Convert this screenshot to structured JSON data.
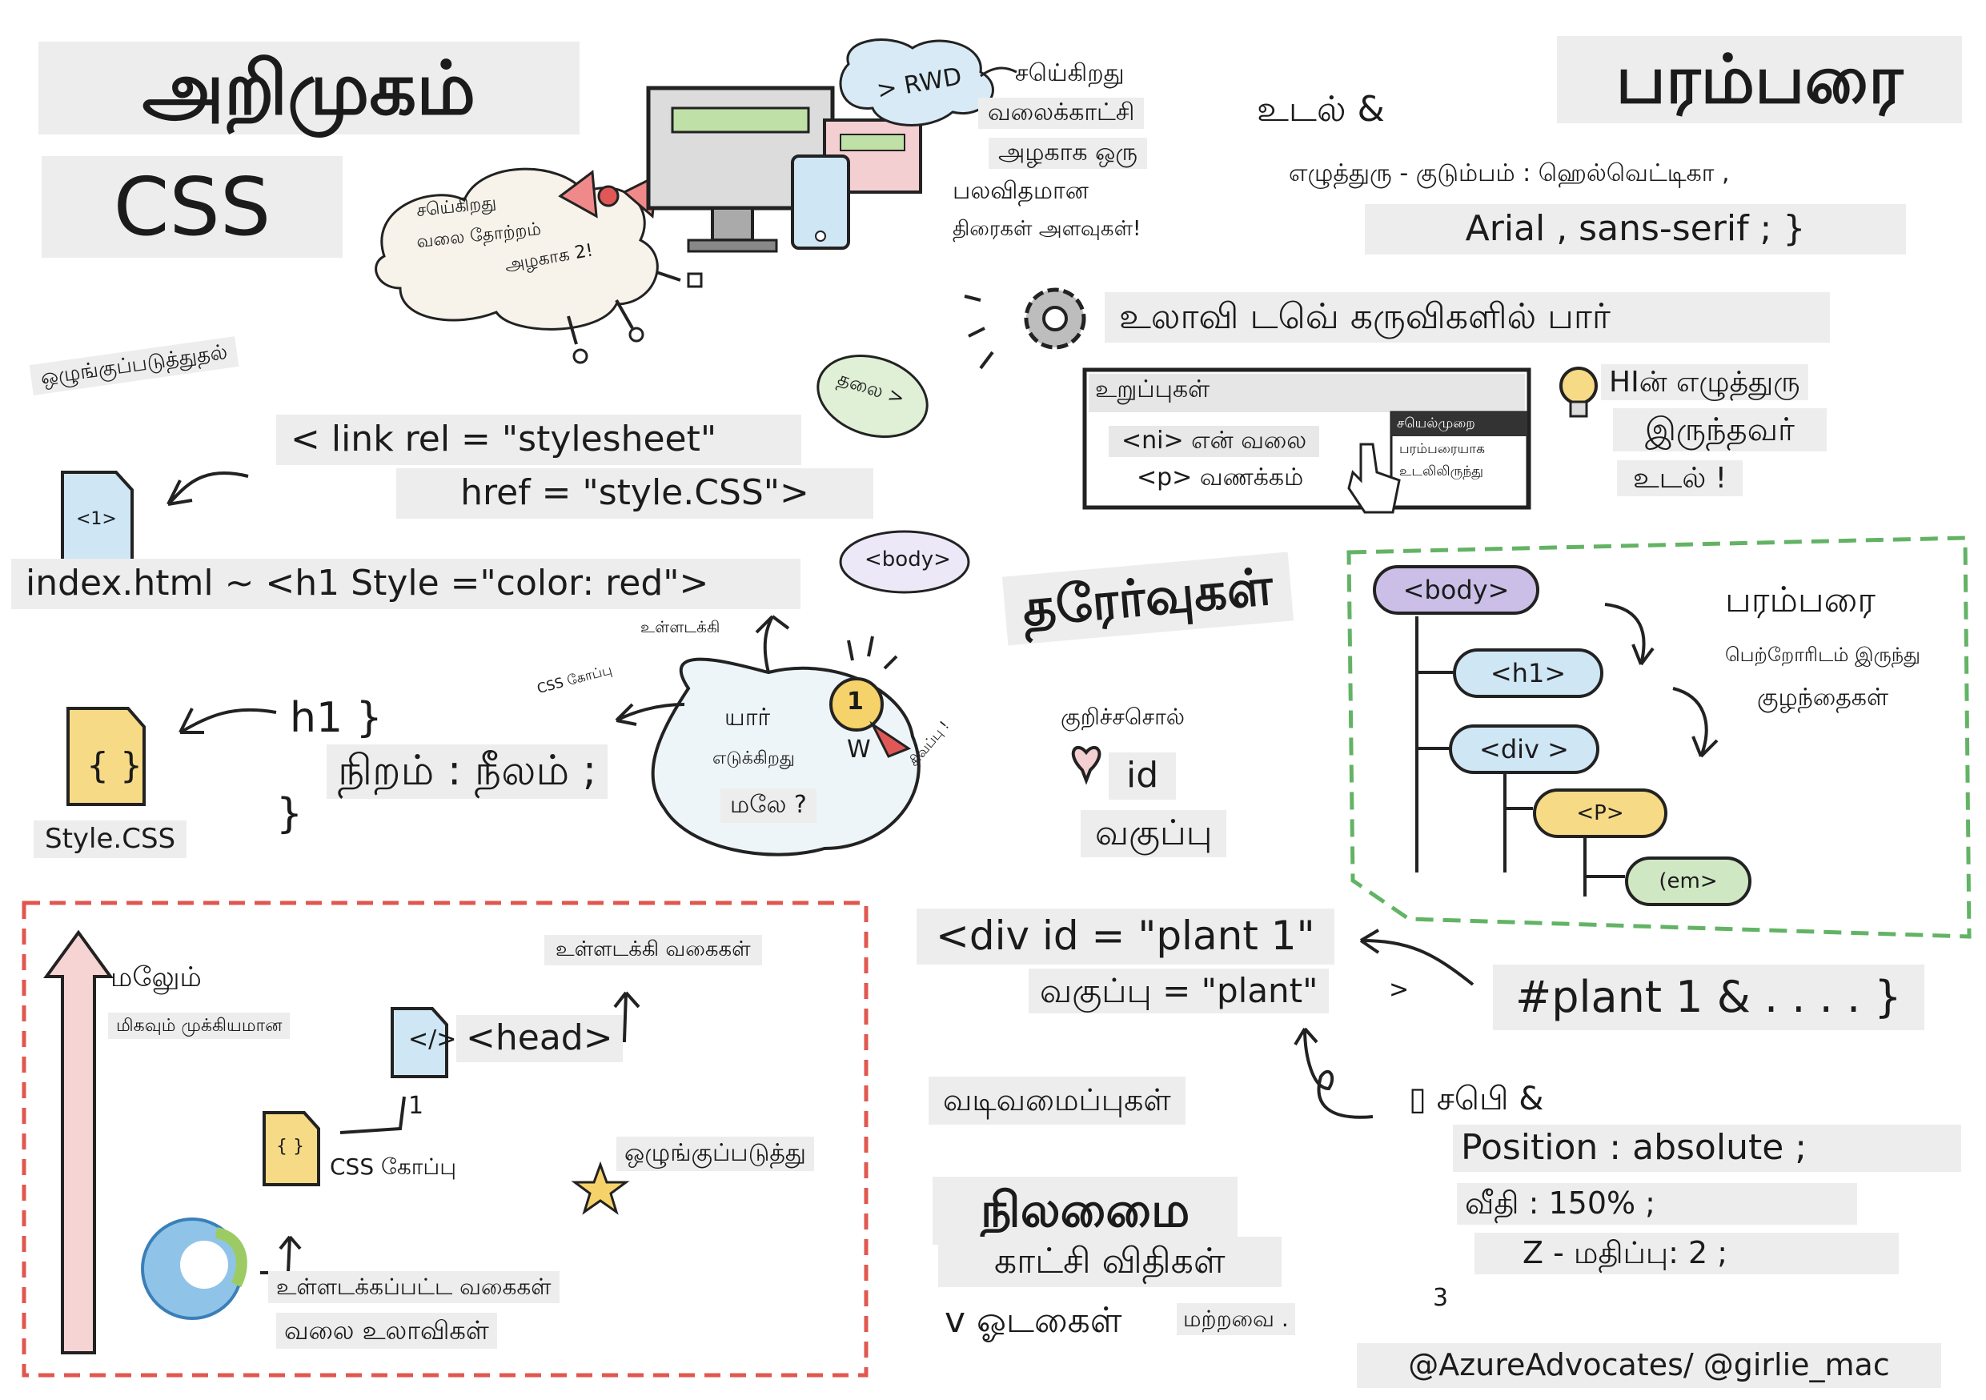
{
  "intro": {
    "title_ta": "அறிமுகம்",
    "title_css": "CSS",
    "cloud": [
      "சயெ்கிறது",
      "வலை தோற்றம்",
      "அழகாக 2!"
    ],
    "rwd_tag": "> RWD",
    "rwd_notes": [
      "சயெ்கிறது",
      "வலைக்காட்சி",
      "அழகாக ஒரு",
      "பலவிதமான",
      "திரைகள் அளவுகள்!"
    ]
  },
  "linking": {
    "label": "ஒழுங்குப்படுத்துதல்",
    "head_bubble": "தலை >",
    "link_line1": "< link rel = \"stylesheet\"",
    "link_line2": "href = \"style.CSS\">",
    "file_tag": "<1>",
    "inline_line": "index.html ~ <h1 Style =\"color: red\">",
    "body_bubble": "<body>",
    "inline_note": "உள்ளடக்கி",
    "css_scope": "CSS கோப்பு",
    "rule_h1": "h1 }",
    "rule_decl": "நிறம் : நீலம் ;",
    "rule_close": "}",
    "file_braces": "{ }",
    "file_name": "Style.CSS",
    "who_wins": [
      "யார்",
      "எடுக்கிறது",
      "மலே ?"
    ],
    "medal": "1",
    "medal_w": "W",
    "medal_note": "சிவப்பு !"
  },
  "inherit": {
    "title": "பரம்பரை",
    "body_line": "உடல் &",
    "font_line": "எழுத்துரு - குடும்பம் : ஹெல்வெட்டிகா ,",
    "font_line2": "Arial , sans-serif ; }",
    "devtools": "உலாவி டவெ் கருவிகளில் பார்",
    "panel_header": "உறுப்புகள்",
    "panel_row1": "<ni> என் வலை",
    "panel_row2": "<p> வணக்கம்",
    "panel_side_head": "சயெல்முறை",
    "panel_side1": "பரம்பரையாக",
    "panel_side2": "உடலிலிருந்து",
    "bulb_note": [
      "HIன் எழுத்துரு",
      "இருந்தவர்",
      "உடல் !"
    ]
  },
  "selectors": {
    "title": "தரேர்வுகள்",
    "keyword": "குறிச்சசொல்",
    "id": "id",
    "class": "வகுப்பு"
  },
  "tree": {
    "nodes": [
      "<body>",
      "<h1>",
      "<div >",
      "<P>",
      "(em>"
    ],
    "heading": "பரம்பரை",
    "from_parents": "பெற்றோரிடம் இருந்து",
    "children": "குழந்தைகள்"
  },
  "cascade": {
    "label_top": "மலேும்",
    "label_important": "மிகவும் முக்கியமான",
    "inline_types": "உள்ளடக்கி வகைகள்",
    "head_tag": "<head>",
    "head_num": "1",
    "css_file": "CSS கோப்பு",
    "file_braces": "{ }",
    "file_code": "</>",
    "order": "ஒழுங்குப்படுத்து",
    "embedded": "உள்ளடக்கப்பட்ட வகைகள்",
    "browsers": "வலை உலாவிகள்"
  },
  "idsel": {
    "div_line1": "<div id = \"plant 1\"",
    "div_line2": "வகுப்பு = \"plant\"",
    "div_close": ">",
    "rule": "#plant 1 & . . . . }"
  },
  "layout": {
    "title": "வடிவமைப்புகள்",
    "position": "நிலமைை",
    "display": "காட்சி விதிகள்",
    "floats": "v ஓடகைள்",
    "other": "மற்றவை .",
    "box_head": "▯ சபெி &",
    "pos_line": "Position : absolute ;",
    "width_line": "வீதி : 150% ;",
    "z_line": "Z - மதிப்பு: 2 ;",
    "num": "3"
  },
  "credit": "@AzureAdvocates/ @girlie_mac"
}
